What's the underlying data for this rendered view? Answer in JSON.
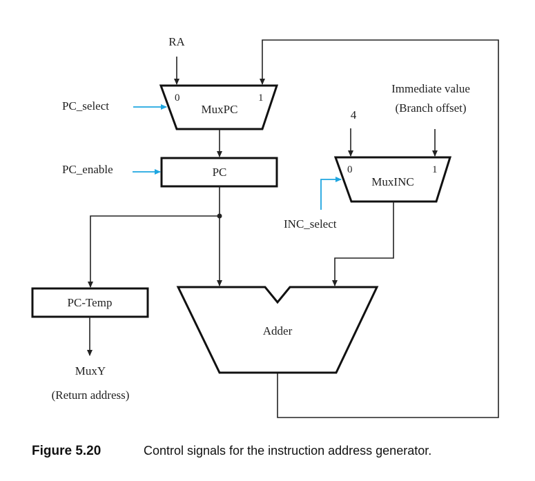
{
  "diagram": {
    "inputs": {
      "ra": "RA",
      "four": "4",
      "immediate_line1": "Immediate value",
      "immediate_line2": "(Branch offset)"
    },
    "blocks": {
      "muxpc": "MuxPC",
      "pc": "PC",
      "muxinc": "MuxINC",
      "pc_temp": "PC-Temp",
      "adder": "Adder"
    },
    "ports": {
      "muxpc_0": "0",
      "muxpc_1": "1",
      "muxinc_0": "0",
      "muxinc_1": "1"
    },
    "control_signals": {
      "pc_select": "PC_select",
      "pc_enable": "PC_enable",
      "inc_select": "INC_select"
    },
    "outputs": {
      "muxy": "MuxY",
      "return_address": "(Return address)"
    },
    "colors": {
      "control_arrow": "#1ea6e0",
      "wire": "#222222"
    }
  },
  "caption": {
    "number": "Figure 5.20",
    "text": "Control signals for the instruction address generator."
  }
}
